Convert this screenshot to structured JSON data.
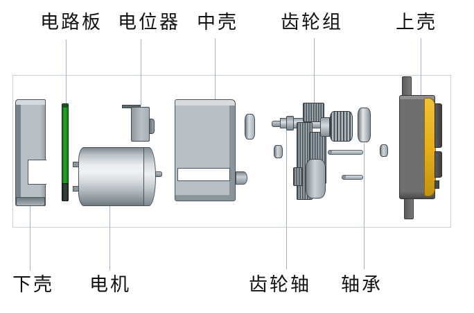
{
  "figure": {
    "type": "exploded-view-diagram",
    "labels": {
      "circuit_board": "电路板",
      "potentiometer": "电位器",
      "middle_shell": "中壳",
      "gear_set": "齿轮组",
      "upper_shell": "上壳",
      "lower_shell": "下壳",
      "motor": "电机",
      "gear_shaft": "齿轮轴",
      "bearing": "轴承"
    },
    "colors": {
      "pcb_green": "#28a72c",
      "part_gray": "#b6bfc5",
      "gear_dark_gray": "#5a646b",
      "upper_shell_gray": "#6f6f6f",
      "upper_shell_yellow": "#e9b21c",
      "leader_line": "#9cb4c6",
      "frame_border": "#ccd1d4",
      "label_text": "#121212"
    }
  }
}
